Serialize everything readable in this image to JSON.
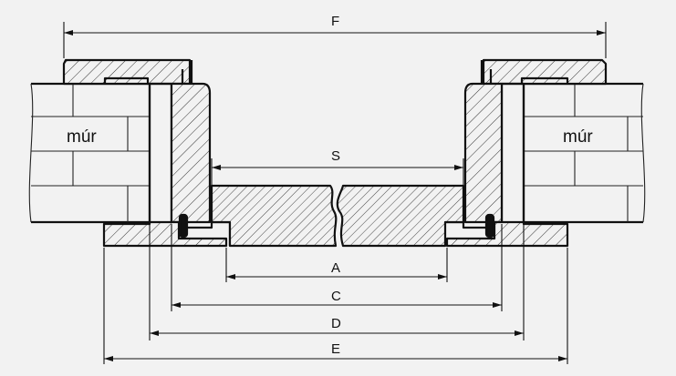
{
  "diagram": {
    "wall_label_left": "múr",
    "wall_label_right": "múr",
    "dimensions": {
      "F": "F",
      "S": "S",
      "A": "A",
      "C": "C",
      "D": "D",
      "E": "E"
    }
  },
  "colors": {
    "background": "#f2f2f2",
    "line": "#111111"
  }
}
